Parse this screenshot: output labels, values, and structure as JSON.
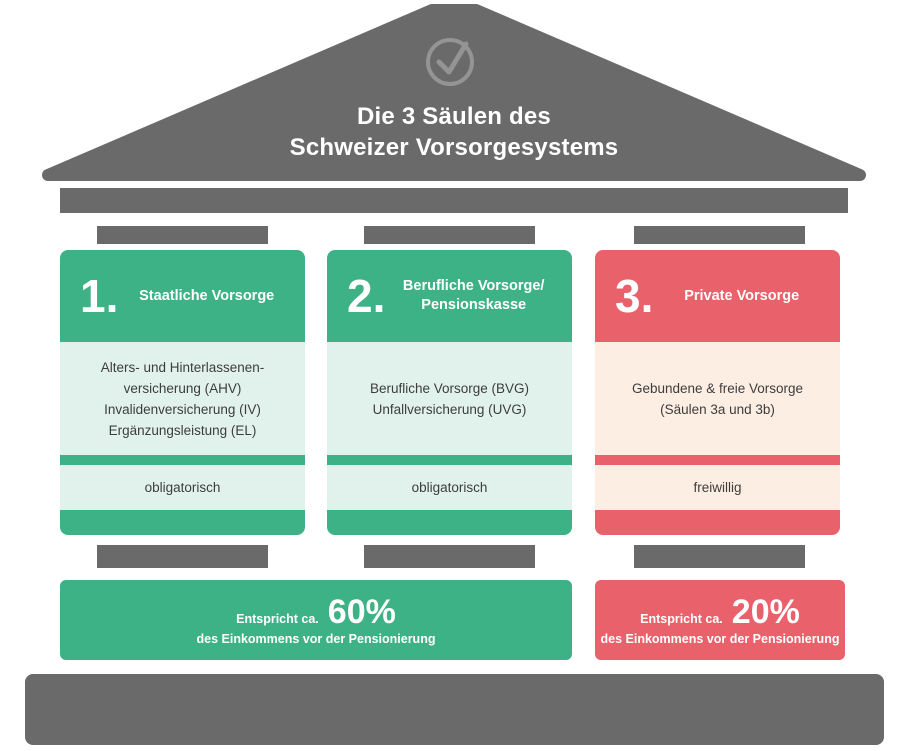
{
  "title": {
    "line1": "Die 3 Säulen des",
    "line2": "Schweizer Vorsorgesystems"
  },
  "icons": {
    "roof_icon": "check-circle"
  },
  "pillars": [
    {
      "number": "1.",
      "name": "Staatliche Vorsorge",
      "items": [
        "Alters- und Hinterlassenen-versicherung (AHV)",
        "Invalidenversicherung (IV)",
        "Ergänzungsleistung (EL)"
      ],
      "status": "obligatorisch",
      "color": "#3eb287"
    },
    {
      "number": "2.",
      "name": "Berufliche Vorsorge/ Pensionskasse",
      "items": [
        "Berufliche Vorsorge (BVG)",
        "Unfallversicherung (UVG)"
      ],
      "status": "obligatorisch",
      "color": "#3eb287"
    },
    {
      "number": "3.",
      "name": "Private Vorsorge",
      "items": [
        "Gebundene & freie Vorsorge (Säulen 3a und 3b)"
      ],
      "status": "freiwillig",
      "color": "#e8616b"
    }
  ],
  "banners": [
    {
      "prefix": "Entspricht ca.",
      "percent": "60%",
      "caption": "des Einkommens vor der Pensionierung",
      "color": "#3eb287"
    },
    {
      "prefix": "Entspricht ca.",
      "percent": "20%",
      "caption": "des Einkommens vor der Pensionierung",
      "color": "#e8616b"
    }
  ],
  "colors": {
    "gray": "#6a6a6a",
    "gray_light": "#949494",
    "green": "#3eb287",
    "green_tint": "#e1f2ec",
    "red": "#e8616b",
    "red_tint": "#fdeee3"
  }
}
